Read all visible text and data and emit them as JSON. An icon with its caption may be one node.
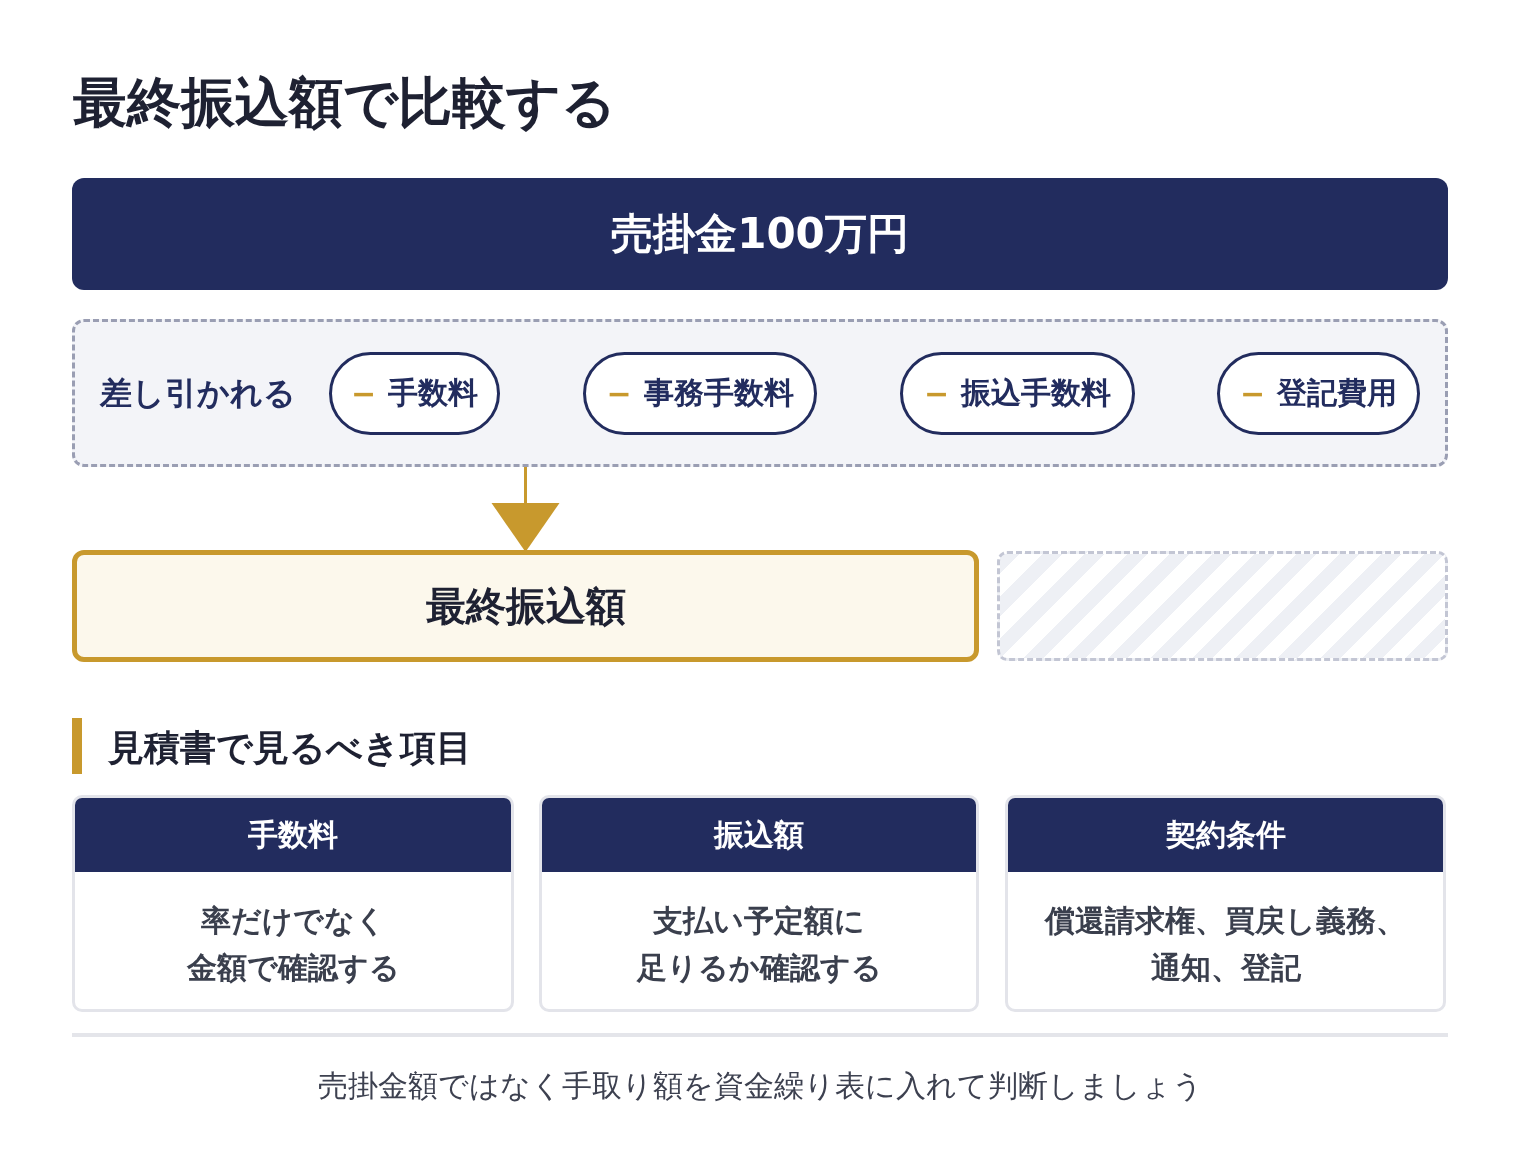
{
  "diagram": {
    "title": "最終振込額で比較する",
    "caption": "売掛金額ではなく手取り額を資金繰り表に入れて判断しましょう",
    "nodes": [
      {
        "text": [
          "売掛金100万円"
        ]
      },
      {
        "text": [
          "差し引かれる"
        ]
      },
      {
        "text": [
          "−",
          "手数料"
        ],
        "in": 1
      },
      {
        "text": [
          "−",
          "事務手数料"
        ],
        "in": 1
      },
      {
        "text": [
          "−",
          "振込手数料"
        ],
        "in": 1
      },
      {
        "text": [
          "−",
          "登記費用"
        ],
        "in": 1
      },
      {
        "text": [
          "最終振込額"
        ]
      },
      {
        "text": [],
        "shape": "box"
      },
      {
        "text": [
          "手数料",
          "率だけでなく金額で確認する"
        ]
      },
      {
        "text": [
          "振込額",
          "支払い予定額に足りるか確認する"
        ]
      },
      {
        "text": [
          "契約条件",
          "償還請求権、買戻し義務、通知、登記"
        ]
      }
    ],
    "edges": [
      {
        "from": 1,
        "to": 6,
        "arrow": "to"
      }
    ],
    "labels": [
      "見積書で見るべき項目"
    ]
  }
}
